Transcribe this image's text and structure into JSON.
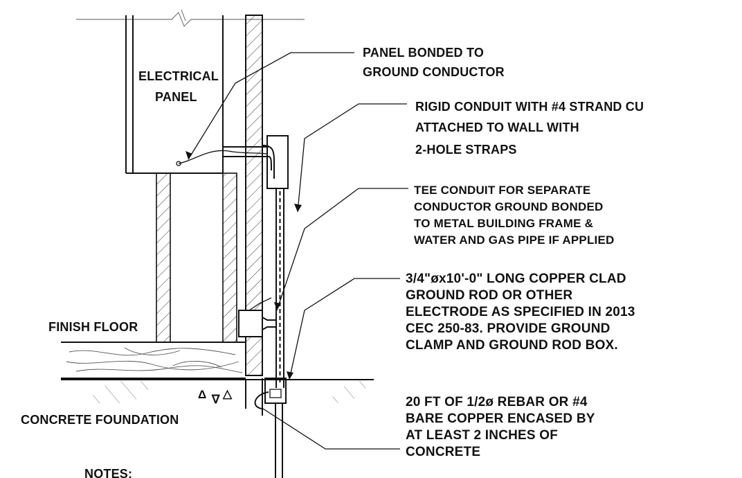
{
  "labels": {
    "electrical_panel": [
      "ELECTRICAL",
      "PANEL"
    ],
    "panel_bonded": [
      "PANEL BONDED TO",
      "GROUND CONDUCTOR"
    ],
    "rigid_conduit": [
      "RIGID CONDUIT WITH #4 STRAND CU",
      "ATTACHED TO WALL WITH",
      "2-HOLE STRAPS"
    ],
    "tee_conduit": [
      "TEE CONDUIT FOR SEPARATE",
      "CONDUCTOR GROUND BONDED",
      "TO METAL BUILDING FRAME &",
      "WATER AND GAS PIPE IF APPLIED"
    ],
    "ground_rod": [
      "3/4\"øx10'-0\" LONG COPPER CLAD",
      "GROUND ROD OR OTHER",
      "ELECTRODE AS SPECIFIED IN 2013",
      "CEC 250-83. PROVIDE GROUND",
      "CLAMP AND GROUND ROD BOX."
    ],
    "finish_floor": "FINISH FLOOR",
    "concrete_foundation": "CONCRETE FOUNDATION",
    "rebar": [
      "20 FT OF 1/2ø REBAR OR #4",
      "BARE COPPER ENCASED BY",
      "AT LEAST 2 INCHES OF",
      "CONCRETE"
    ],
    "notes": "NOTES:"
  },
  "colors": {
    "line": "#111111",
    "background": "#ffffff"
  }
}
